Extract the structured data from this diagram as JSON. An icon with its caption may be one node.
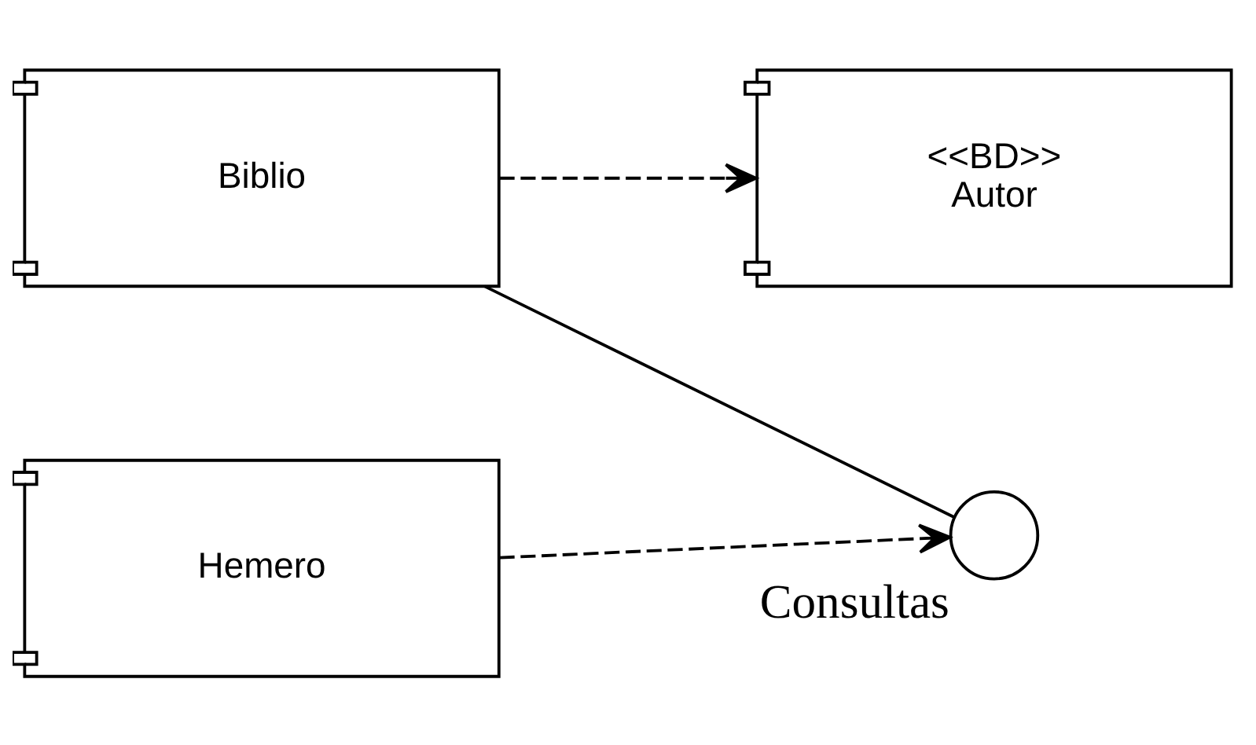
{
  "diagram": {
    "nodes": [
      {
        "text": [
          "<<BD>>",
          "Autor"
        ]
      },
      {
        "text": [
          "Biblio"
        ]
      },
      {
        "text": [],
        "shape": "circle",
        "beside": [
          "Consultas"
        ]
      },
      {
        "text": [
          "Hemero"
        ]
      }
    ],
    "edges": [
      {
        "from": 1,
        "to": 0,
        "arrow": "to",
        "style": "dashed"
      },
      {
        "from": 1,
        "to": 2,
        "arrow": "none"
      },
      {
        "from": 3,
        "to": 2,
        "arrow": "to",
        "style": "dashed"
      }
    ]
  }
}
